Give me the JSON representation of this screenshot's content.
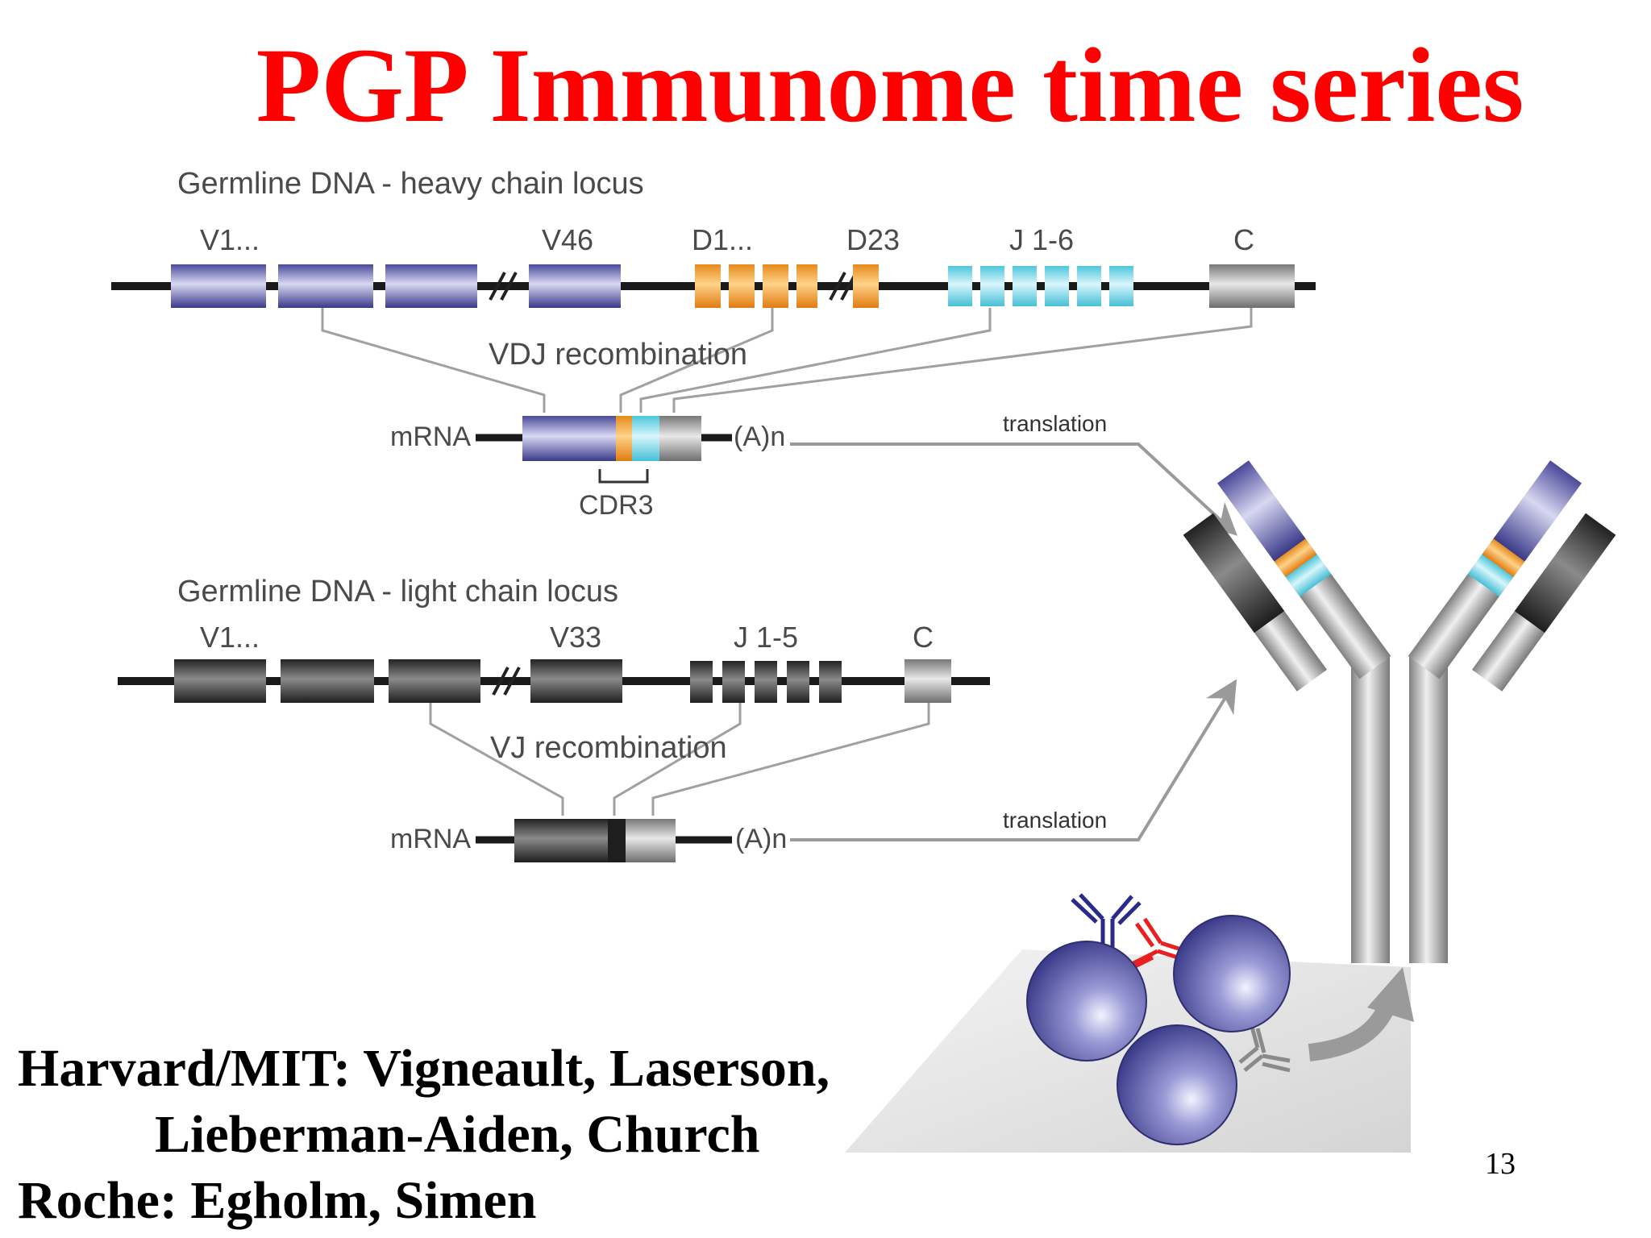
{
  "slide": {
    "title": "PGP Immunome time series",
    "credits": {
      "line1": "Harvard/MIT: Vigneault, Laserson,",
      "line2": "Lieberman-Aiden,  Church",
      "line3": "Roche:  Egholm, Simen"
    },
    "page_number": "13"
  },
  "diagram": {
    "heavy": {
      "heading": "Germline DNA - heavy chain locus",
      "labels": {
        "v_first": "V1...",
        "v_last": "V46",
        "d_first": "D1...",
        "d_last": "D23",
        "j": "J 1-6",
        "c": "C"
      },
      "recombination": "VDJ recombination",
      "mrna": "mRNA",
      "polya": "(A)n",
      "cdr3": "CDR3",
      "translation": "translation"
    },
    "light": {
      "heading": "Germline DNA - light chain locus",
      "labels": {
        "v_first": "V1...",
        "v_last": "V33",
        "j": "J 1-5",
        "c": "C"
      },
      "recombination": "VJ recombination",
      "mrna": "mRNA",
      "polya": "(A)n",
      "translation": "translation"
    }
  },
  "colors": {
    "title_red": "#ff0000",
    "v_segment_blue": "#5a5aa8",
    "d_segment_orange": "#f0962a",
    "j_segment_cyan": "#63cfe0",
    "c_segment_gray": "#8c8c8c",
    "light_segment_dark": "#3a3a3a",
    "cell_purple": "#6b6bb5",
    "antibody_red": "#e82020",
    "antibody_blue": "#2a2a8c"
  }
}
